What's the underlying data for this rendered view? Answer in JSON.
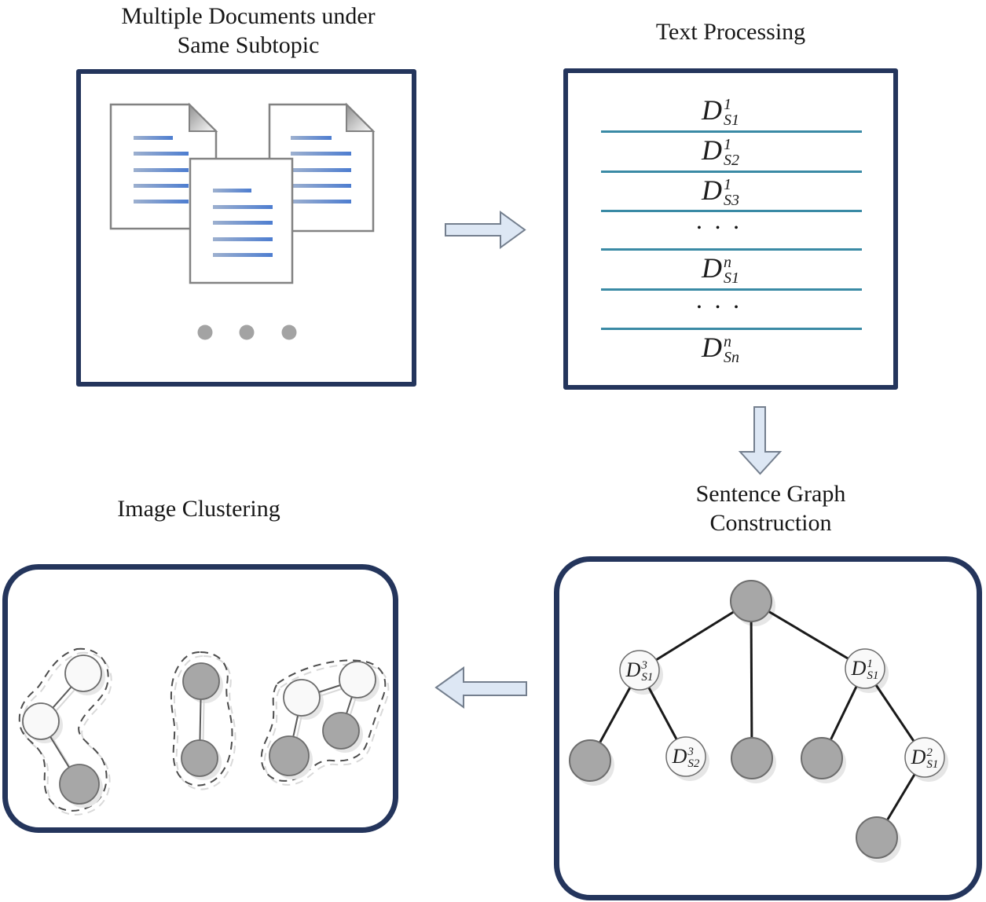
{
  "titles": {
    "documents": [
      "Multiple Documents under",
      "Same Subtopic"
    ],
    "text_processing": "Text Processing",
    "sentence_graph": [
      "Sentence Graph",
      "Construction"
    ],
    "image_clustering": "Image Clustering"
  },
  "text_processing": {
    "rows": [
      {
        "base": "D",
        "sup": "1",
        "sub": "S1"
      },
      {
        "base": "D",
        "sup": "1",
        "sub": "S2"
      },
      {
        "base": "D",
        "sup": "1",
        "sub": "S3"
      },
      {
        "dots": "• • •"
      },
      {
        "base": "D",
        "sup": "n",
        "sub": "S1"
      },
      {
        "dots": "• • •"
      },
      {
        "base": "D",
        "sup": "n",
        "sub": "Sn"
      }
    ]
  },
  "sentence_graph": {
    "labels": {
      "d31": {
        "base": "D",
        "sup": "3",
        "sub": "S1"
      },
      "d11": {
        "base": "D",
        "sup": "1",
        "sub": "S1"
      },
      "d32": {
        "base": "D",
        "sup": "3",
        "sub": "S2"
      },
      "d21": {
        "base": "D",
        "sup": "2",
        "sub": "S1"
      }
    }
  },
  "colors": {
    "panel_border": "#24355c",
    "teal_line": "#3a8aa5",
    "arrow_fill": "#dde7f4",
    "arrow_stroke": "#747f8e",
    "doc_stroke": "#828282",
    "doc_line_start": "#9db0cf",
    "doc_line_end": "#4d7dd0",
    "node_gray": "#a7a7a7",
    "node_white": "#f9f9f9",
    "node_stroke": "#6d6d6d",
    "shadow": "#e6e6e6",
    "edge": "#1a1a1a",
    "dash": "#4d4d4d",
    "ellipsis_gray": "#a3a3a3"
  }
}
